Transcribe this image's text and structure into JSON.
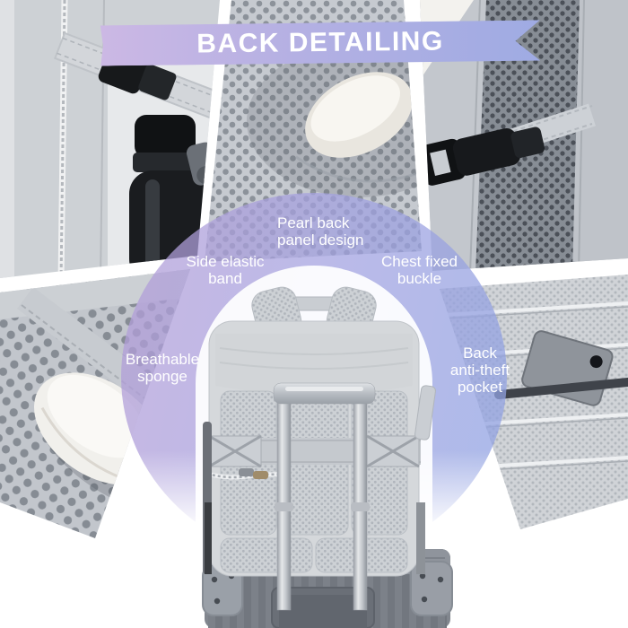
{
  "banner": {
    "title": "BACK DETAILING"
  },
  "feature_labels": [
    {
      "id": "pearl-back-panel",
      "lines": [
        "Pearl back",
        "panel design"
      ]
    },
    {
      "id": "side-elastic-band",
      "lines": [
        "Side elastic",
        "band"
      ]
    },
    {
      "id": "chest-fixed-buckle",
      "lines": [
        "Chest fixed",
        "buckle"
      ]
    },
    {
      "id": "breathable-sponge",
      "lines": [
        "Breathable",
        "sponge"
      ]
    },
    {
      "id": "back-anti-theft-pocket",
      "lines": [
        "Back",
        "anti-theft",
        "pocket"
      ]
    }
  ],
  "colors": {
    "ribbon_gradient_start": "#ccb8e4",
    "ribbon_gradient_end": "#9fabe3",
    "ring_purple": "#b19ed9",
    "ring_blue": "#92a2e2",
    "label_text": "#ffffff",
    "background": "#ffffff"
  }
}
